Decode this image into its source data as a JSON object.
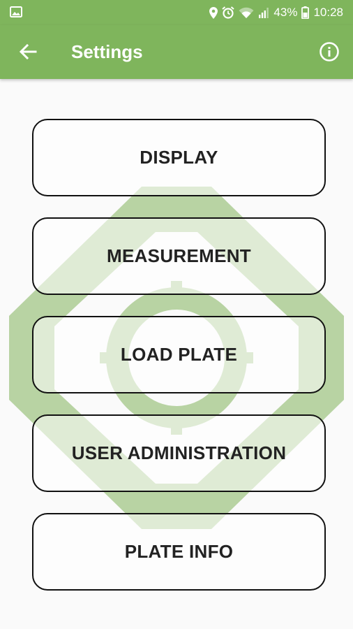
{
  "status_bar": {
    "battery": "43%",
    "time": "10:28",
    "icons": [
      "gallery-icon",
      "location-icon",
      "alarm-icon",
      "wifi-icon",
      "signal-icon",
      "battery-icon"
    ]
  },
  "app_bar": {
    "title": "Settings",
    "back_icon": "arrow-left-icon",
    "info_icon": "info-icon",
    "background_color": "#7fb55c"
  },
  "menu": {
    "items": [
      {
        "label": "DISPLAY"
      },
      {
        "label": "MEASUREMENT"
      },
      {
        "label": "LOAD PLATE"
      },
      {
        "label": "USER ADMINISTRATION"
      },
      {
        "label": "PLATE INFO"
      }
    ]
  },
  "watermark": {
    "icon": "hexagon-ring-logo",
    "color": "#b8d3a3"
  }
}
